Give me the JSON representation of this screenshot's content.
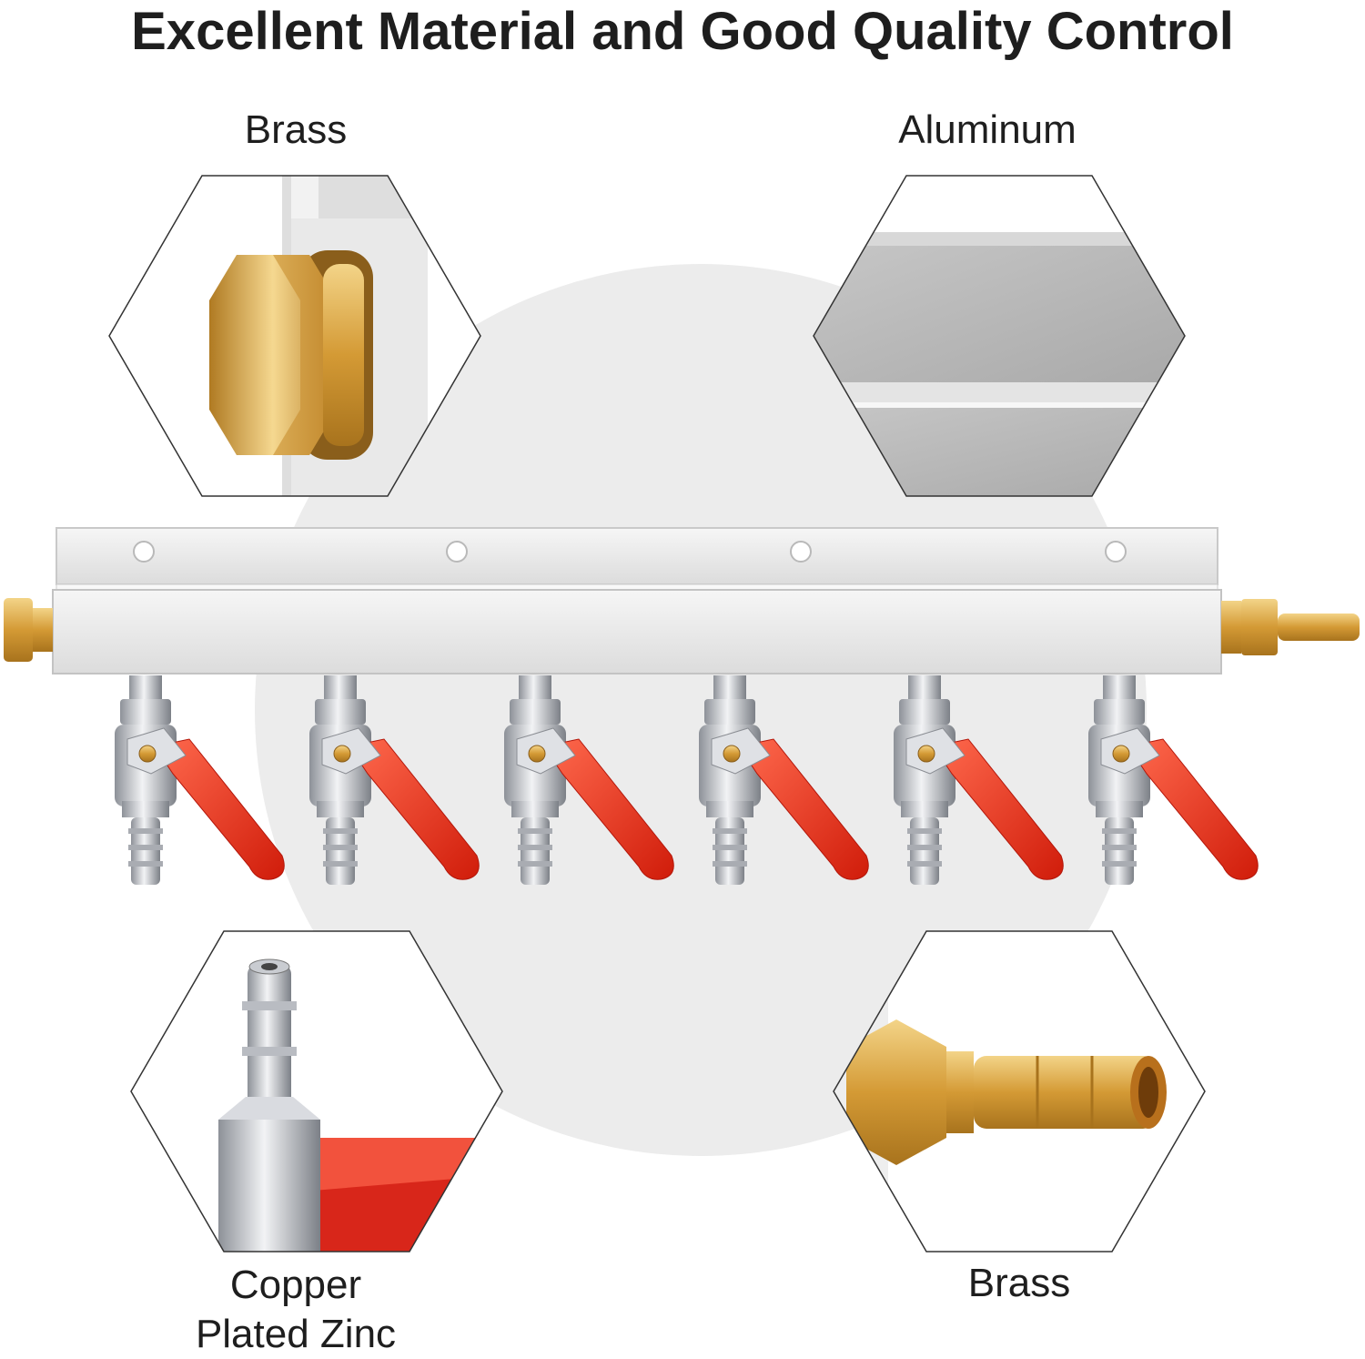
{
  "title": "Excellent Material and Good Quality Control",
  "callouts": {
    "top_left": {
      "label": "Brass",
      "icon": "brass-plug-icon"
    },
    "top_right": {
      "label": "Aluminum",
      "icon": "aluminum-bar-icon"
    },
    "bottom_left": {
      "label_line1": "Copper",
      "label_line2": "Plated Zinc",
      "icon": "zinc-barb-valve-icon"
    },
    "bottom_right": {
      "label": "Brass",
      "icon": "brass-barb-fitting-icon"
    }
  },
  "product": {
    "valve_count": 6,
    "colors": {
      "handle": "#e8321e",
      "brass": "#d9a441",
      "aluminum": "#e6e6e6",
      "chrome": "#c9ccd1"
    }
  }
}
